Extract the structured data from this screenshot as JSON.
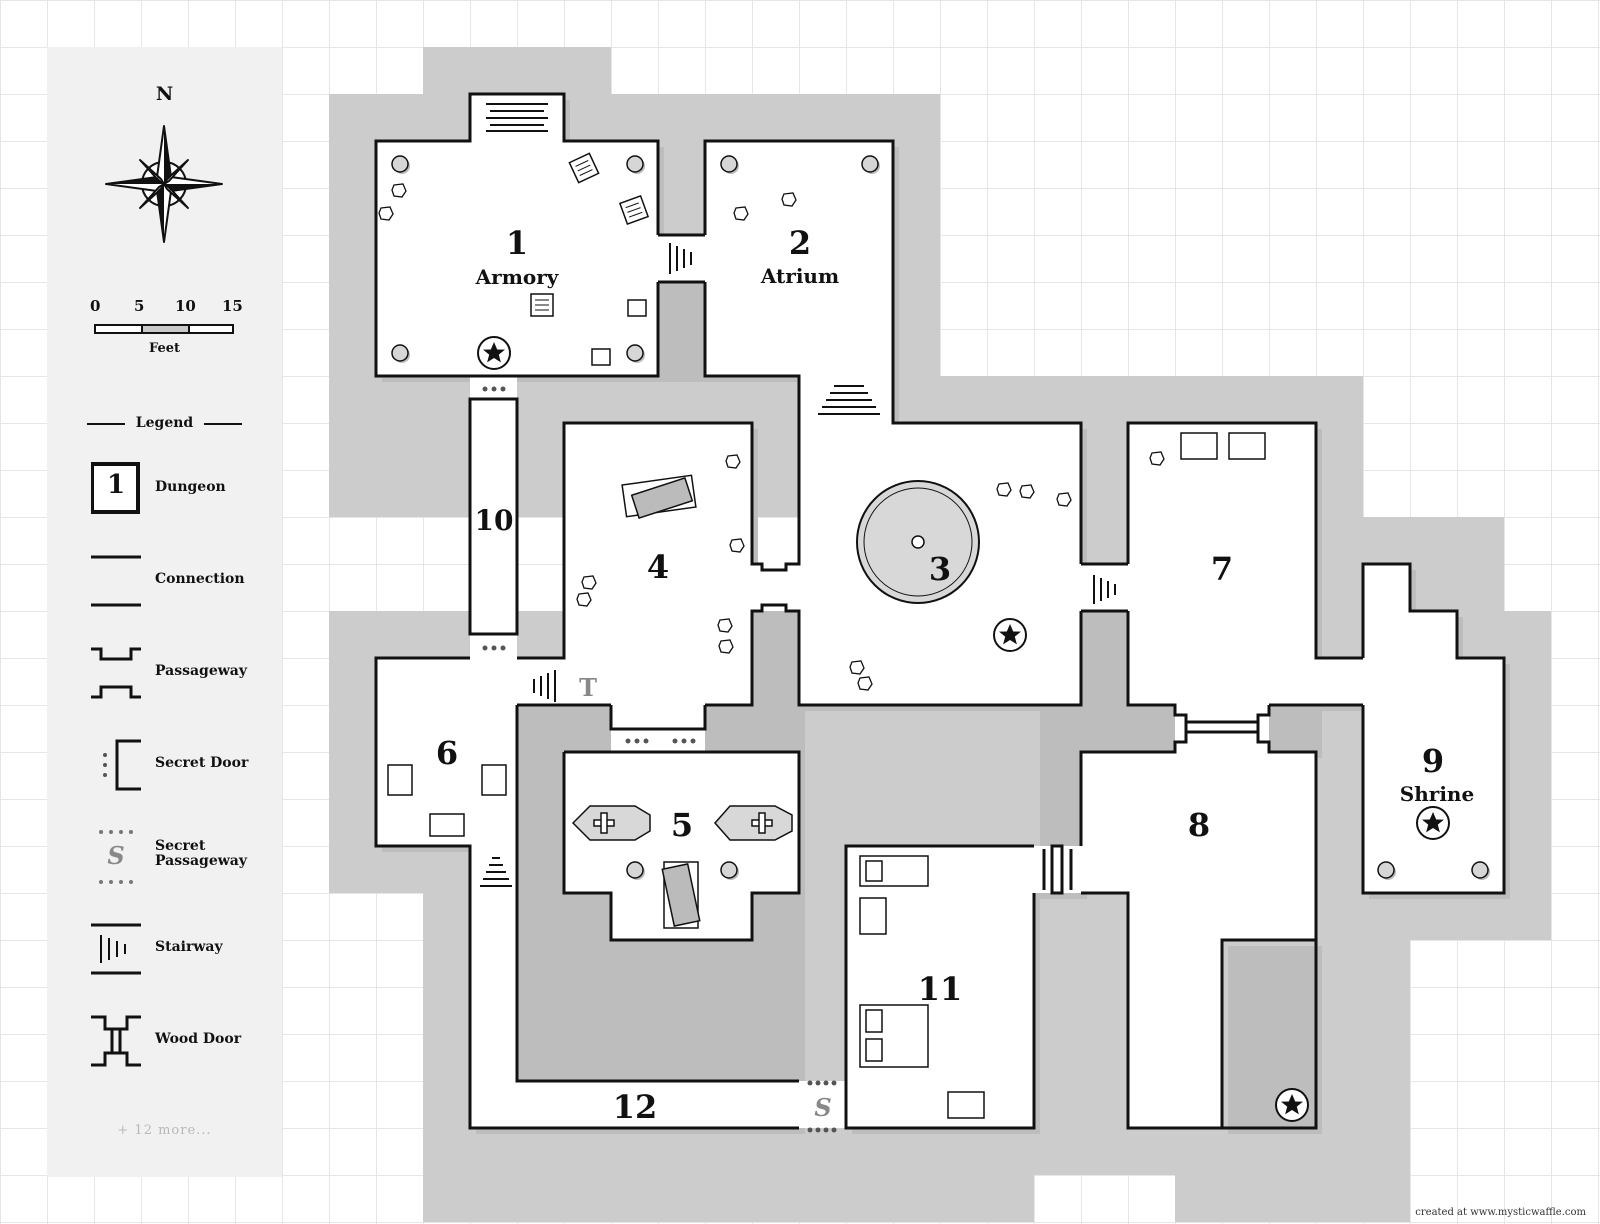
{
  "compass": {
    "north_label": "N",
    "icon": "compass-rose-icon"
  },
  "scale": {
    "ticks": [
      "0",
      "5",
      "10",
      "15"
    ],
    "unit": "Feet"
  },
  "legend": {
    "title": "Legend",
    "items": [
      {
        "icon": "dungeon-room-icon",
        "icon_text": "1",
        "label": "Dungeon"
      },
      {
        "icon": "connection-icon",
        "label": "Connection"
      },
      {
        "icon": "passageway-icon",
        "label": "Passageway"
      },
      {
        "icon": "secret-door-icon",
        "label": "Secret Door"
      },
      {
        "icon": "secret-passageway-icon",
        "icon_text": "S",
        "label_line1": "Secret",
        "label_line2": "Passageway"
      },
      {
        "icon": "stairway-icon",
        "label": "Stairway"
      },
      {
        "icon": "wood-door-icon",
        "label": "Wood Door"
      }
    ],
    "more": "+ 12 more..."
  },
  "rooms": [
    {
      "number": "1",
      "name": "Armory"
    },
    {
      "number": "2",
      "name": "Atrium"
    },
    {
      "number": "3",
      "name": ""
    },
    {
      "number": "4",
      "name": ""
    },
    {
      "number": "5",
      "name": ""
    },
    {
      "number": "6",
      "name": ""
    },
    {
      "number": "7",
      "name": ""
    },
    {
      "number": "8",
      "name": ""
    },
    {
      "number": "9",
      "name": "Shrine"
    },
    {
      "number": "10",
      "name": ""
    },
    {
      "number": "11",
      "name": ""
    },
    {
      "number": "12",
      "name": ""
    }
  ],
  "markers": {
    "trap": "T",
    "secret_passage": "S"
  },
  "credit": "created at www.mysticwaffle.com",
  "colors": {
    "wall_fill": "#cccccc",
    "floor": "#ffffff",
    "ink": "#111111",
    "grid": "#e6e6e6",
    "sidebar": "#f1f1f1"
  }
}
